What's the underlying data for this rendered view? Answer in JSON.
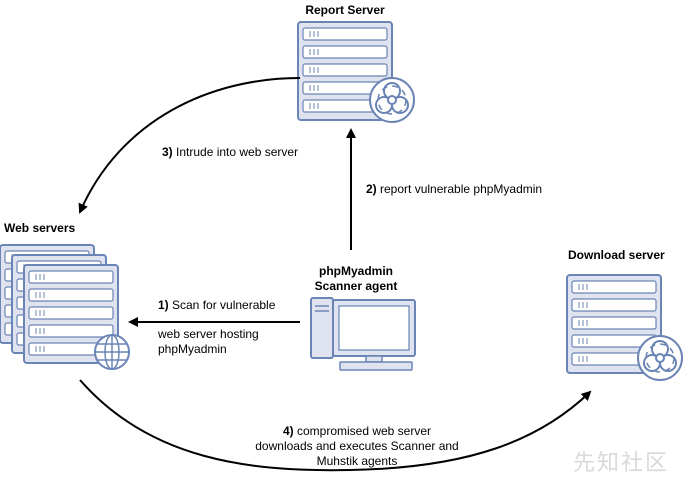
{
  "nodes": {
    "report_server": {
      "title": "Report Server"
    },
    "web_servers": {
      "title": "Web servers"
    },
    "scanner_agent": {
      "title_line1": "phpMyadmin",
      "title_line2": "Scanner agent"
    },
    "download_server": {
      "title": "Download server"
    }
  },
  "steps": {
    "step1": {
      "num": "1)",
      "line1": " Scan for vulnerable",
      "line2": "web server hosting",
      "line3": "phpMyadmin"
    },
    "step2": {
      "num": "2)",
      "text": " report vulnerable phpMyadmin"
    },
    "step3": {
      "num": "3)",
      "text": " Intrude into web server"
    },
    "step4": {
      "num": "4)",
      "line1": " compromised web server",
      "line2": "downloads and executes Scanner and",
      "line3": "Muhstik agents"
    }
  },
  "watermark": {
    "text": "先知社区"
  },
  "colors": {
    "server_fill": "#dfe3ef",
    "server_stroke": "#6a84b5",
    "slot": "#ffffff",
    "arrow": "#000000"
  },
  "icons": {
    "biohazard": "biohazard-icon",
    "globe": "globe-icon",
    "computer": "computer-icon"
  }
}
